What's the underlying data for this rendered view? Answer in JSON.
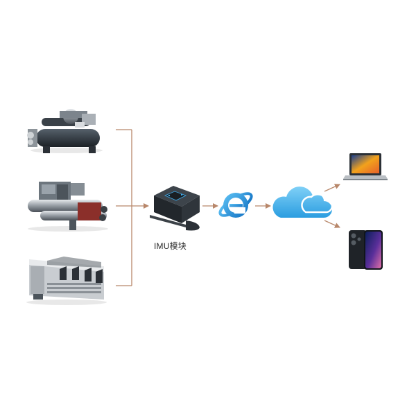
{
  "diagram": {
    "module_label": "IMU模块",
    "colors": {
      "connector": "#b8876a",
      "device_dark": "#2b3036",
      "ie_blue": "#1e90d8",
      "cloud_blue": "#4ab3ec"
    },
    "icons": [
      "centrifugal-chiller",
      "screw-chiller",
      "air-cooled-chiller",
      "imu-module",
      "internet-explorer",
      "cloud",
      "laptop",
      "smartphone"
    ]
  }
}
